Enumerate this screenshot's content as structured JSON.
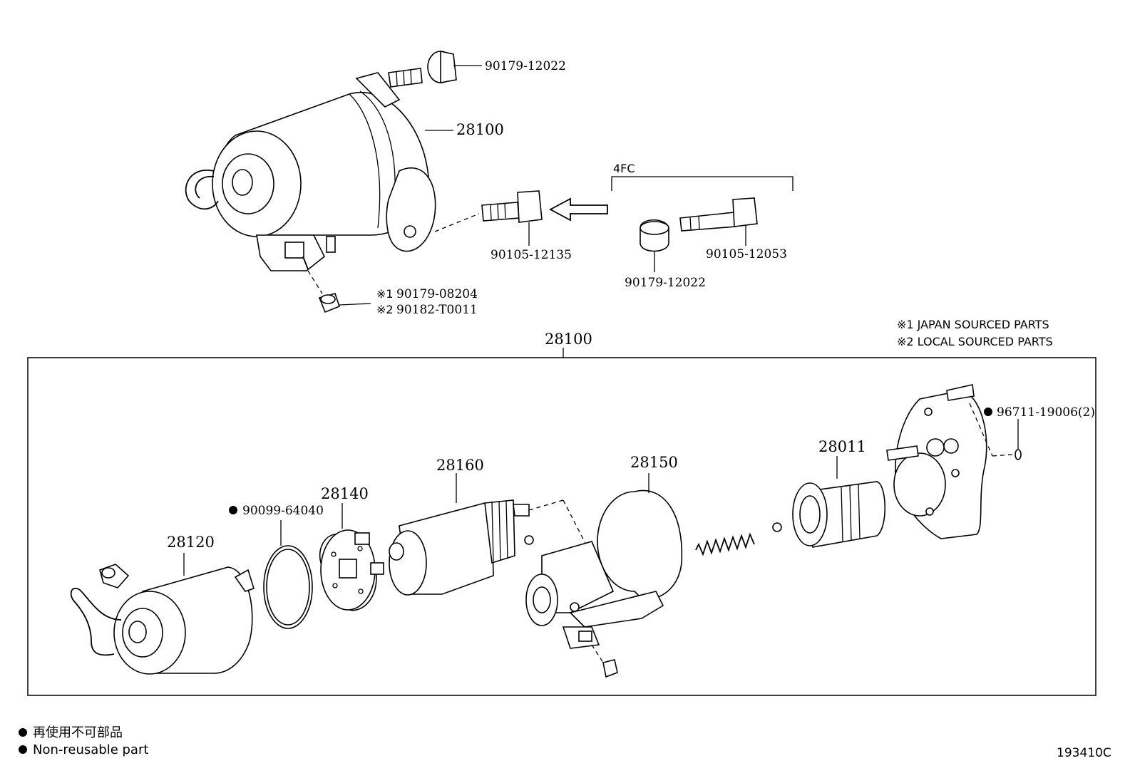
{
  "top_assembly": {
    "starter_label": "28100",
    "cap_nut_label": "90179-12022",
    "bolt_label": "90105-12135",
    "group_label": "4FC",
    "group_nut_label": "90179-12022",
    "group_bolt_label": "90105-12053",
    "terminal_nut_mark1": "※1",
    "terminal_nut_label1": "90179-08204",
    "terminal_nut_mark2": "※2",
    "terminal_nut_label2": "90182-T0011"
  },
  "notes": {
    "japan": "※1 JAPAN SOURCED PARTS",
    "local": "※2 LOCAL SOURCED PARTS"
  },
  "exploded": {
    "assembly_label": "28100",
    "yoke": "28120",
    "o_ring": "90099-64040",
    "brush_holder": "28140",
    "armature": "28160",
    "magnetic_switch": "28150",
    "clutch": "28011",
    "o_ring_2": "96711-19006(2)"
  },
  "legend": {
    "line1": "再使用不可部品",
    "line2": "Non-reusable part"
  },
  "diagram_code": "193410C"
}
